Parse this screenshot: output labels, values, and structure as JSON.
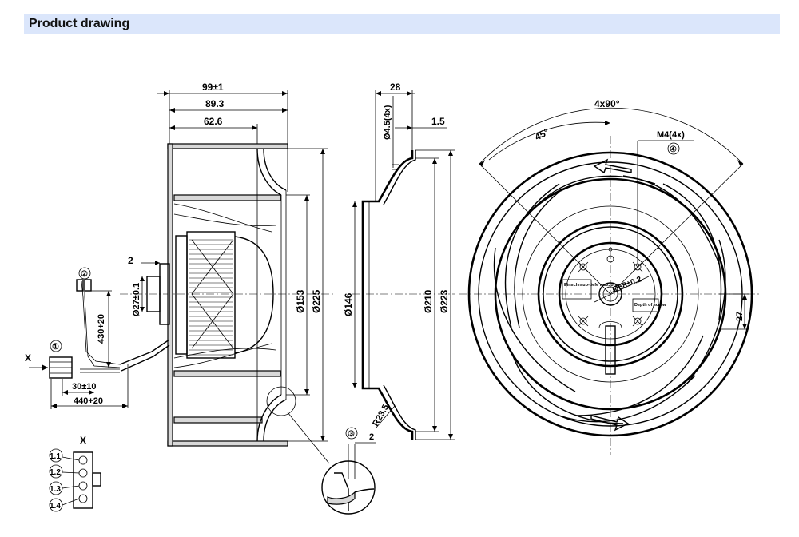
{
  "header": {
    "title": "Product drawing"
  },
  "side_view": {
    "dim_overall": "99±1",
    "dim_89": "89.3",
    "dim_62": "62.6",
    "dim_2": "2",
    "dim_shaft": "Ø27±0.1",
    "dim_153": "Ø153",
    "dim_225": "Ø225",
    "callout_cable": "②",
    "callout_conn": "①",
    "dim_430": "430+20",
    "dim_30": "30±10",
    "dim_440": "440+20",
    "view_x_arrow": "X",
    "view_x_title": "X",
    "pin_labels": [
      "1.1",
      "1.2",
      "1.3",
      "1.4"
    ]
  },
  "section_view": {
    "dim_28": "28",
    "dim_holes": "Ø4.5(4x)",
    "dim_15": "1.5",
    "dim_146": "Ø146",
    "dim_210": "Ø210",
    "dim_223": "Ø223",
    "dim_radius": "R23.5",
    "callout_detail": "③",
    "dim_detail_2": "2"
  },
  "front_view": {
    "dim_angle": "4x90°",
    "dim_45": "45°",
    "dim_thread": "M4(4x)",
    "callout_thread": "④",
    "dim_hub": "Ø58±0.2",
    "label_screw_de": "Einschraub-tiefe max. 5mm",
    "label_screw_en": "Depth of screw",
    "dim_27": "27"
  }
}
